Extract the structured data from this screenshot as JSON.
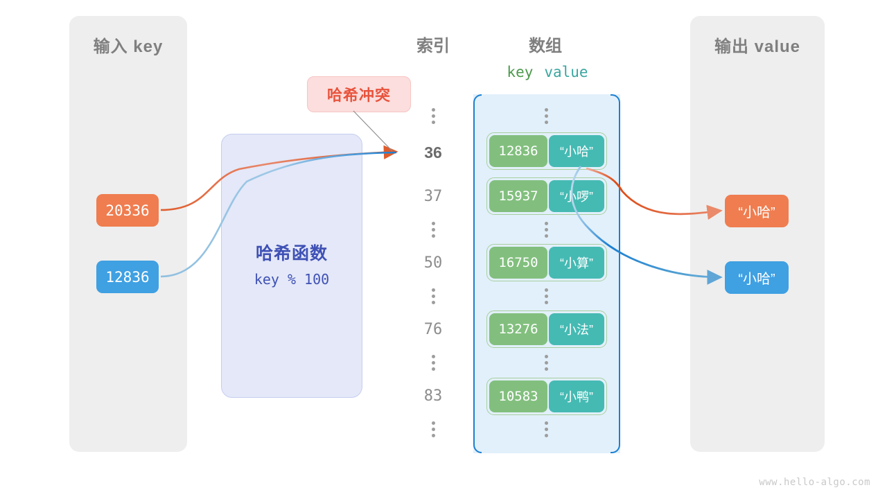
{
  "watermark": "www.hello-algo.com",
  "panels": {
    "input": {
      "title": "输入 key"
    },
    "output": {
      "title": "输出 value"
    }
  },
  "captions": {
    "index": "索引",
    "array": "数组",
    "key": "key",
    "value": "value"
  },
  "hash_function": {
    "title": "哈希函数",
    "formula": "key % 100"
  },
  "collision": {
    "label": "哈希冲突"
  },
  "input_keys": [
    {
      "value": "20336",
      "color": "#ef7d50"
    },
    {
      "value": "12836",
      "color": "#3fa0e2"
    }
  ],
  "output_values": [
    {
      "value": "“小哈”",
      "color": "#ef7d50"
    },
    {
      "value": "“小哈”",
      "color": "#3fa0e2"
    }
  ],
  "indices": [
    {
      "label": "36",
      "active": true
    },
    {
      "label": "37",
      "active": false
    },
    {
      "label": "50",
      "active": false
    },
    {
      "label": "76",
      "active": false
    },
    {
      "label": "83",
      "active": false
    }
  ],
  "buckets": [
    {
      "key": "12836",
      "value": "“小哈”"
    },
    {
      "key": "15937",
      "value": "“小啰”"
    },
    {
      "key": "16750",
      "value": "“小算”"
    },
    {
      "key": "13276",
      "value": "“小法”"
    },
    {
      "key": "10583",
      "value": "“小鸭”"
    }
  ],
  "colors": {
    "orange": "#ef7d50",
    "blue": "#3fa0e2",
    "array_fill": "#e2f0fb",
    "array_border": "#1b7fd1",
    "bucket_key": "#82bf7e",
    "bucket_value": "#45bab3",
    "hash_box": "#e4e8f8",
    "hash_text": "#3f51b5",
    "collision_bg": "#fbdedd",
    "collision_text": "#e8533d",
    "panel_bg": "#eeeeee",
    "caption_text": "#7f7f7f"
  }
}
